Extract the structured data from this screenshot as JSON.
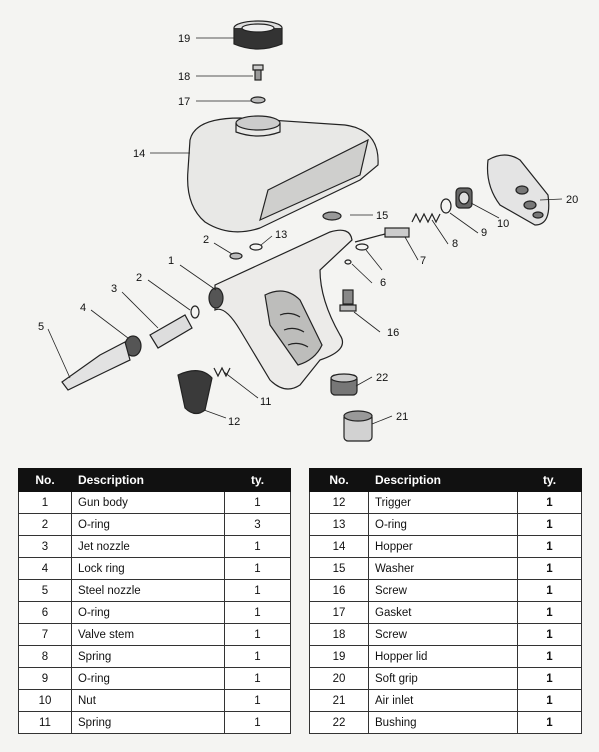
{
  "callouts": {
    "c1": "1",
    "c2a": "2",
    "c2b": "2",
    "c3": "3",
    "c4": "4",
    "c5": "5",
    "c6": "6",
    "c7": "7",
    "c8": "8",
    "c9": "9",
    "c10": "10",
    "c11": "11",
    "c12": "12",
    "c13": "13",
    "c14": "14",
    "c15": "15",
    "c16": "16",
    "c17": "17",
    "c18": "18",
    "c19": "19",
    "c20": "20",
    "c21": "21",
    "c22": "22"
  },
  "table_left": {
    "headers": {
      "no": "No.",
      "description": "Description",
      "qty": "ty."
    },
    "rows": [
      {
        "no": "1",
        "description": "Gun body",
        "qty": "1"
      },
      {
        "no": "2",
        "description": "O-ring",
        "qty": "3"
      },
      {
        "no": "3",
        "description": "Jet nozzle",
        "qty": "1"
      },
      {
        "no": "4",
        "description": "Lock ring",
        "qty": "1"
      },
      {
        "no": "5",
        "description": "Steel nozzle",
        "qty": "1"
      },
      {
        "no": "6",
        "description": "O-ring",
        "qty": "1"
      },
      {
        "no": "7",
        "description": "Valve stem",
        "qty": "1"
      },
      {
        "no": "8",
        "description": "Spring",
        "qty": "1"
      },
      {
        "no": "9",
        "description": "O-ring",
        "qty": "1"
      },
      {
        "no": "10",
        "description": "Nut",
        "qty": "1"
      },
      {
        "no": "11",
        "description": "Spring",
        "qty": "1"
      }
    ]
  },
  "table_right": {
    "headers": {
      "no": "No.",
      "description": "Description",
      "qty": "ty."
    },
    "rows": [
      {
        "no": "12",
        "description": "Trigger",
        "qty": "1"
      },
      {
        "no": "13",
        "description": "O-ring",
        "qty": "1"
      },
      {
        "no": "14",
        "description": "Hopper",
        "qty": "1"
      },
      {
        "no": "15",
        "description": "Washer",
        "qty": "1"
      },
      {
        "no": "16",
        "description": "Screw",
        "qty": "1"
      },
      {
        "no": "17",
        "description": "Gasket",
        "qty": "1"
      },
      {
        "no": "18",
        "description": "Screw",
        "qty": "1"
      },
      {
        "no": "19",
        "description": "Hopper lid",
        "qty": "1"
      },
      {
        "no": "20",
        "description": "Soft grip",
        "qty": "1"
      },
      {
        "no": "21",
        "description": "Air inlet",
        "qty": "1"
      },
      {
        "no": "22",
        "description": "Bushing",
        "qty": "1"
      }
    ]
  }
}
